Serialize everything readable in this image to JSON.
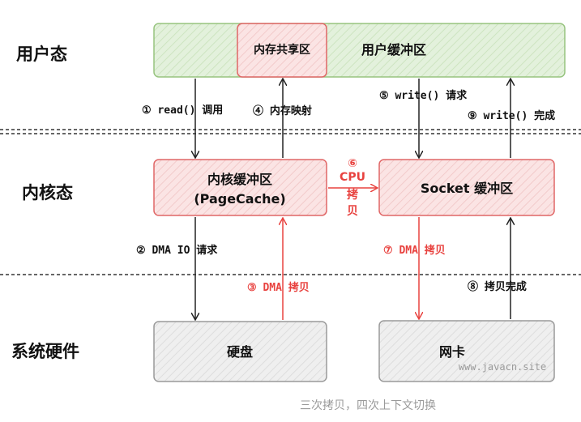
{
  "levels": {
    "user": "用户态",
    "kernel": "内核态",
    "hardware": "系统硬件"
  },
  "boxes": {
    "user_buffer": "用户缓冲区",
    "shared_memory": "内存共享区",
    "kernel_buffer_line1": "内核缓冲区",
    "kernel_buffer_line2": "(PageCache)",
    "socket_buffer": "Socket 缓冲区",
    "disk": "硬盘",
    "nic": "网卡"
  },
  "steps": {
    "s1": "① read() 调用",
    "s2": "② DMA IO 请求",
    "s3": "③ DMA 拷贝",
    "s4": "④ 内存映射",
    "s5": "⑤ write() 请求",
    "s6_num": "⑥",
    "s6_line1": "CPU",
    "s6_line2": "拷",
    "s6_line3": "贝",
    "s7": "⑦ DMA 拷贝",
    "s8": "⑧ 拷贝完成",
    "s9": "⑨ write() 完成"
  },
  "watermark": "www.javacn.site",
  "caption": "三次拷贝，四次上下文切换",
  "colors": {
    "green_fill": "#e3f1dc",
    "green_stroke": "#97c47f",
    "red_fill": "#fbe3e3",
    "red_stroke": "#e06666",
    "gray_fill": "#eeeeee",
    "gray_stroke": "#9a9a9a",
    "accent_red": "#e8423f"
  }
}
